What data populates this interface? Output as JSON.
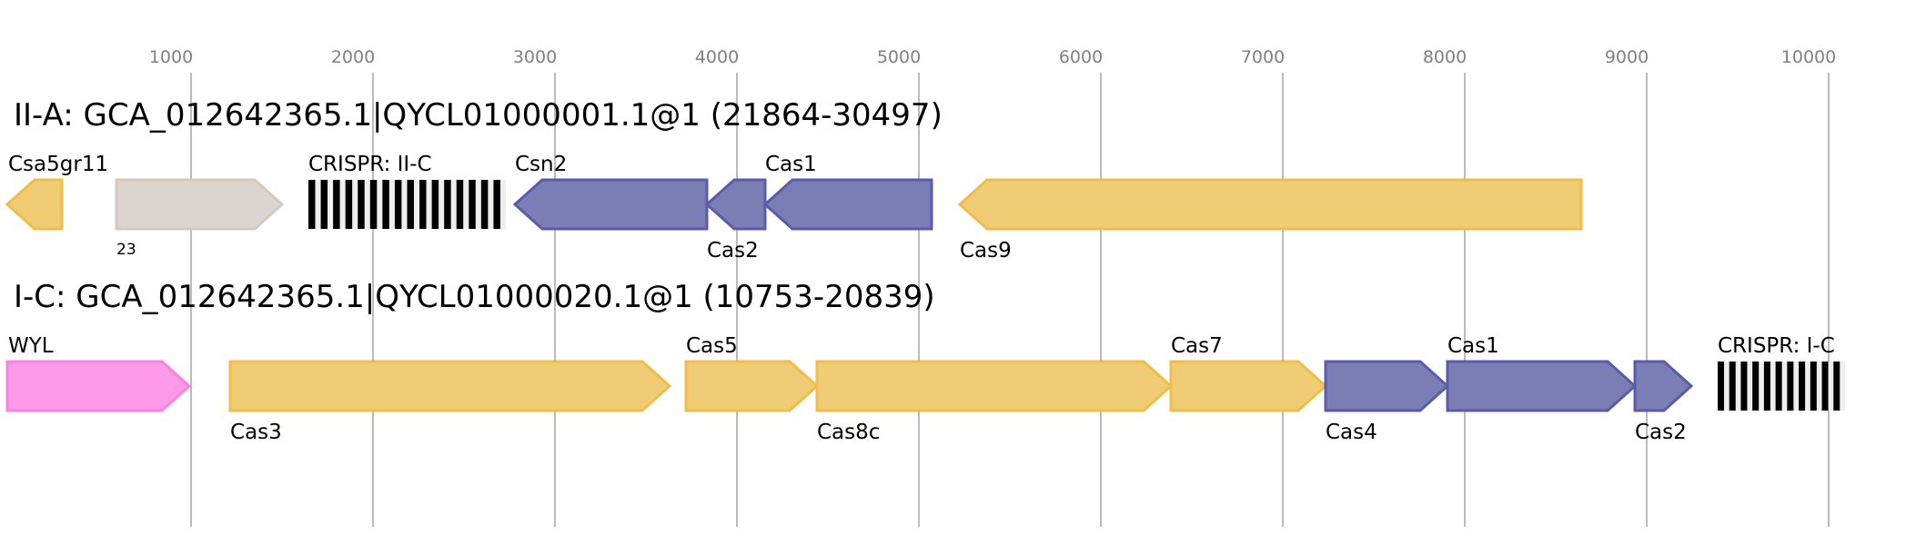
{
  "axis": {
    "ticks": [
      1000,
      2000,
      3000,
      4000,
      5000,
      6000,
      7000,
      8000,
      9000,
      10000
    ],
    "tick_labels": [
      "1000",
      "2000",
      "3000",
      "4000",
      "5000",
      "6000",
      "7000",
      "8000",
      "9000",
      "10000"
    ]
  },
  "colors": {
    "yellow": {
      "fill": "#f0cd74",
      "stroke": "#eebd4b"
    },
    "purple": {
      "fill": "#7b7db5",
      "stroke": "#5a5ca9"
    },
    "grey": {
      "fill": "#dcd5cf",
      "stroke": "#d4c8bf"
    },
    "pink": {
      "fill": "#ff9ae8",
      "stroke": "#ff80e0"
    },
    "gridline": "#bbbbbb"
  },
  "rows": [
    {
      "title": "II-A: GCA_012642365.1|QYCL01000001.1@1 (21864-30497)",
      "features": [
        {
          "label": "Csa5gr11",
          "start": -10,
          "end": 290,
          "strand": -1,
          "color": "yellow",
          "label_pos": "above"
        },
        {
          "label": "23",
          "start": 590,
          "end": 1500,
          "strand": 1,
          "color": "grey",
          "label_pos": "below",
          "small": true
        },
        {
          "label": "CRISPR: II-C",
          "start": 1645,
          "end": 2730,
          "type": "crispr",
          "repeats": 16,
          "label_pos": "above"
        },
        {
          "label": "Csn2",
          "start": 2780,
          "end": 3835,
          "strand": -1,
          "color": "purple",
          "label_pos": "above"
        },
        {
          "label": "Cas2",
          "start": 3835,
          "end": 4155,
          "strand": -1,
          "color": "purple",
          "label_pos": "below"
        },
        {
          "label": "Cas1",
          "start": 4155,
          "end": 5070,
          "strand": -1,
          "color": "purple",
          "label_pos": "above"
        },
        {
          "label": "Cas9",
          "start": 5225,
          "end": 8640,
          "strand": -1,
          "color": "yellow",
          "label_pos": "below"
        }
      ]
    },
    {
      "title": "I-C: GCA_012642365.1|QYCL01000020.1@1 (10753-20839)",
      "features": [
        {
          "label": "WYL",
          "start": -10,
          "end": 990,
          "strand": 1,
          "color": "pink",
          "label_pos": "above"
        },
        {
          "label": "Cas3",
          "start": 1215,
          "end": 3630,
          "strand": 1,
          "color": "yellow",
          "label_pos": "below"
        },
        {
          "label": "Cas5",
          "start": 3720,
          "end": 4440,
          "strand": 1,
          "color": "yellow",
          "label_pos": "above"
        },
        {
          "label": "Cas8c",
          "start": 4440,
          "end": 6385,
          "strand": 1,
          "color": "yellow",
          "label_pos": "below"
        },
        {
          "label": "Cas7",
          "start": 6385,
          "end": 7235,
          "strand": 1,
          "color": "yellow",
          "label_pos": "above"
        },
        {
          "label": "Cas4",
          "start": 7235,
          "end": 7905,
          "strand": 1,
          "color": "purple",
          "label_pos": "below"
        },
        {
          "label": "Cas1",
          "start": 7905,
          "end": 8935,
          "strand": 1,
          "color": "purple",
          "label_pos": "above"
        },
        {
          "label": "Cas2",
          "start": 8935,
          "end": 9245,
          "strand": 1,
          "color": "purple",
          "label_pos": "below"
        },
        {
          "label": "CRISPR: I-C",
          "start": 9390,
          "end": 10090,
          "type": "crispr",
          "repeats": 11,
          "label_pos": "above"
        }
      ]
    }
  ]
}
